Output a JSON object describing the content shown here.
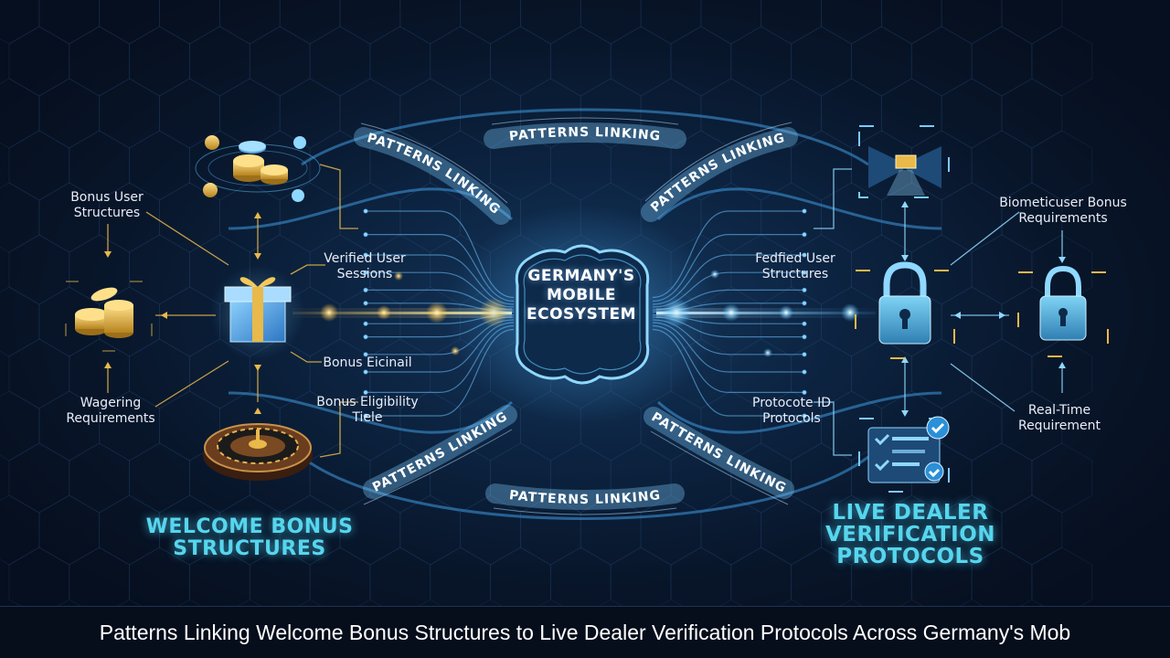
{
  "center_label": [
    "GERMANY'S",
    "MOBILE",
    "ECOSYSTEM"
  ],
  "arc_labels": [
    "PATTERNS LINKING",
    "PATTERNS LINKING",
    "PATTERNS LINKING",
    "PATTERNS LINKING",
    "PATTERNS LINKING",
    "PATTERNS LINKING"
  ],
  "left_labels": {
    "bonus_user_structures": [
      "Bonus User",
      "Structures"
    ],
    "wagering_requirements": [
      "Wagering",
      "Requirements"
    ],
    "verified_user_sessions": [
      "Verified User",
      "Sessions"
    ],
    "bonus_eicinail": [
      "Bonus Eicinail"
    ],
    "bonus_eligibility": [
      "Bonus Eligibility",
      "Tiele"
    ]
  },
  "right_labels": {
    "biometric_bonus": [
      "Biometicuser Bonus",
      "Requirements"
    ],
    "fedfied_user": [
      "Fedfied User",
      "Structures"
    ],
    "protocol_id": [
      "Protocote ID",
      "Protocols"
    ],
    "real_time": [
      "Real-Time",
      "Requirement"
    ]
  },
  "left_title": [
    "WELCOME BONUS",
    "STRUCTURES"
  ],
  "right_title": [
    "LIVE DEALER",
    "VERIFICATION",
    "PROTOCOLS"
  ],
  "caption": "Patterns Linking Welcome Bonus Structures to Live Dealer Verification Protocols Across Germany's Mob",
  "colors": {
    "accent": "#56d6ee",
    "gold": "#e9b94a",
    "glow": "#8fd8ff"
  }
}
